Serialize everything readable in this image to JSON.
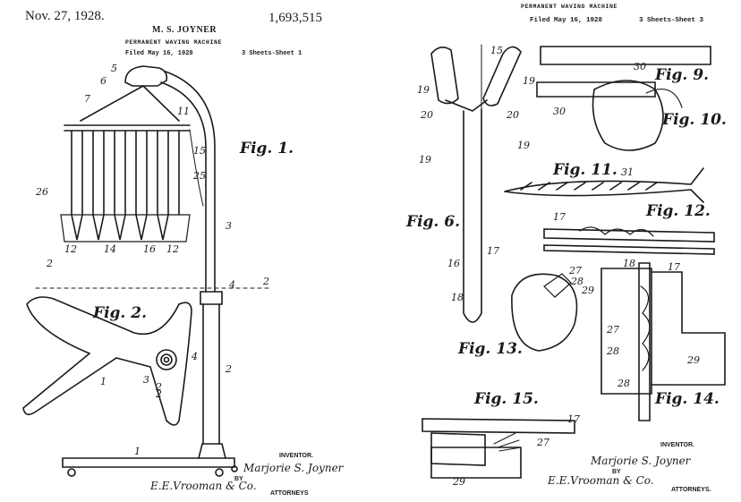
{
  "left_sheet": {
    "date": "Nov. 27, 1928.",
    "inventor_name": "M. S. JOYNER",
    "patent_number": "1,693,515",
    "title": "PERMANENT WAVING MACHINE",
    "filed": "Filed May 16, 1928",
    "sheets": "3 Sheets-Sheet  1",
    "fig_labels": [
      "Fig. 1.",
      "Fig. 2."
    ],
    "inventor_label": "INVENTOR.",
    "inventor_signature": "Marjorie S. Joyner",
    "by": "BY",
    "attorney_signature": "E.E.Vrooman & Co.",
    "attorneys": "ATTORNEYS",
    "refs": [
      "5",
      "6",
      "7",
      "11",
      "15",
      "25",
      "26",
      "12",
      "14",
      "16",
      "12",
      "3",
      "2",
      "2",
      "4",
      "2",
      "1",
      "3",
      "2",
      "4",
      "2",
      "1"
    ]
  },
  "right_sheet": {
    "title": "PERMANENT WAVING MACHINE",
    "filed": "Filed May 16, 1928",
    "sheets": "3 Sheets-Sheet  3",
    "fig_labels": [
      "Fig. 9.",
      "Fig. 10.",
      "Fig. 11.",
      "Fig. 12.",
      "Fig. 6.",
      "Fig. 13.",
      "Fig. 14.",
      "Fig. 15."
    ],
    "inventor_label": "INVENTOR.",
    "inventor_signature": "Marjorie S. Joyner",
    "by": "BY",
    "attorney_signature": "E.E.Vrooman & Co.",
    "attorneys": "ATTORNEYS.",
    "refs": [
      "15",
      "19",
      "19",
      "20",
      "20",
      "19",
      "19",
      "16",
      "17",
      "18",
      "30",
      "30",
      "31",
      "17",
      "18",
      "27",
      "28",
      "29",
      "17",
      "27",
      "28",
      "29",
      "28",
      "17",
      "27",
      "29"
    ]
  }
}
